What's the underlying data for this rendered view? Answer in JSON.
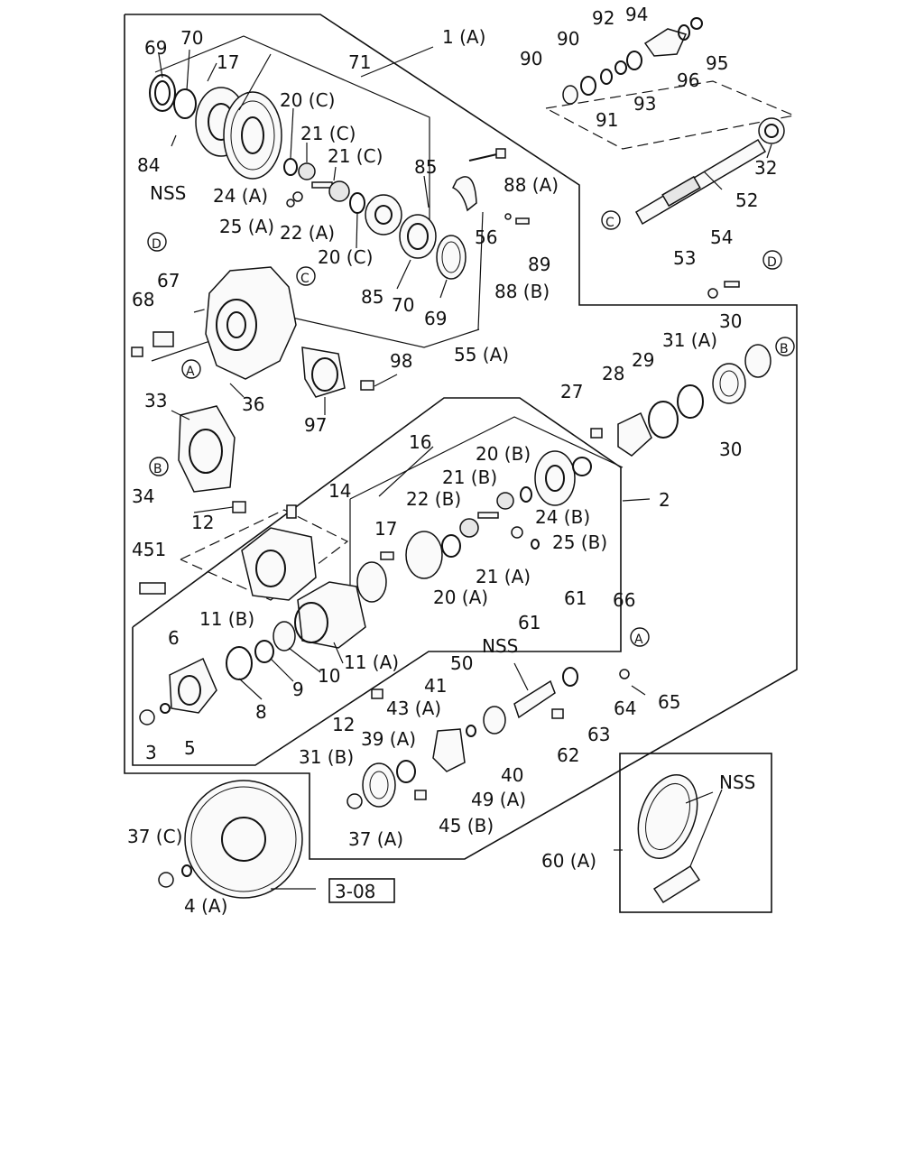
{
  "labels": {
    "l69a": "69",
    "l70a": "70",
    "l17a": "17",
    "l71": "71",
    "l1a": "1 (A)",
    "l84": "84",
    "l20ca": "20 (C)",
    "l21ca": "21 (C)",
    "l21cb": "21 (C)",
    "lnss1": "NSS",
    "l24a": "24 (A)",
    "l25a": "25 (A)",
    "l22a": "22 (A)",
    "l85a": "85",
    "l88a": "88 (A)",
    "l56": "56",
    "l89": "89",
    "l20cb": "20 (C)",
    "l85b": "85",
    "l70b": "70",
    "l69b": "69",
    "l88b": "88 (B)",
    "l55a": "55 (A)",
    "l90a": "90",
    "l90b": "90",
    "l92": "92",
    "l94": "94",
    "l91": "91",
    "l93": "93",
    "l96": "96",
    "l95": "95",
    "l32": "32",
    "l52": "52",
    "l54": "54",
    "l53": "53",
    "l68": "68",
    "l67": "67",
    "l98": "98",
    "l36": "36",
    "l97": "97",
    "l33": "33",
    "l27": "27",
    "l28": "28",
    "l29": "29",
    "l31a": "31 (A)",
    "l30a": "30",
    "l30b": "30",
    "l16": "16",
    "l20b": "20 (B)",
    "l21b": "21 (B)",
    "l22b": "22 (B)",
    "l24b": "24 (B)",
    "l25b": "25 (B)",
    "l2": "2",
    "l34": "34",
    "l12a": "12",
    "l14": "14",
    "l17b": "17",
    "l21a": "21 (A)",
    "l20a": "20 (A)",
    "l451": "451",
    "l11b": "11 (B)",
    "l6": "6",
    "l8": "8",
    "l9": "9",
    "l10": "10",
    "l11a": "11 (A)",
    "l3": "3",
    "l5": "5",
    "l12b": "12",
    "lnss2": "NSS",
    "l61a": "61",
    "l61b": "61",
    "l66": "66",
    "l50": "50",
    "l41": "41",
    "l43a": "43 (A)",
    "l39a": "39 (A)",
    "l31b": "31 (B)",
    "l40": "40",
    "l49a": "49 (A)",
    "l62": "62",
    "l63": "63",
    "l64": "64",
    "l65": "65",
    "l45b": "45 (B)",
    "l37a": "37 (A)",
    "l37c": "37 (C)",
    "l4a": "4 (A)",
    "l308": "3-08",
    "lnss3": "NSS",
    "l60a": "60 (A)"
  },
  "refs": {
    "d1": "D",
    "d2": "D",
    "c1": "C",
    "c2": "C",
    "a1": "A",
    "a2": "A",
    "b1": "B",
    "b2": "B"
  }
}
